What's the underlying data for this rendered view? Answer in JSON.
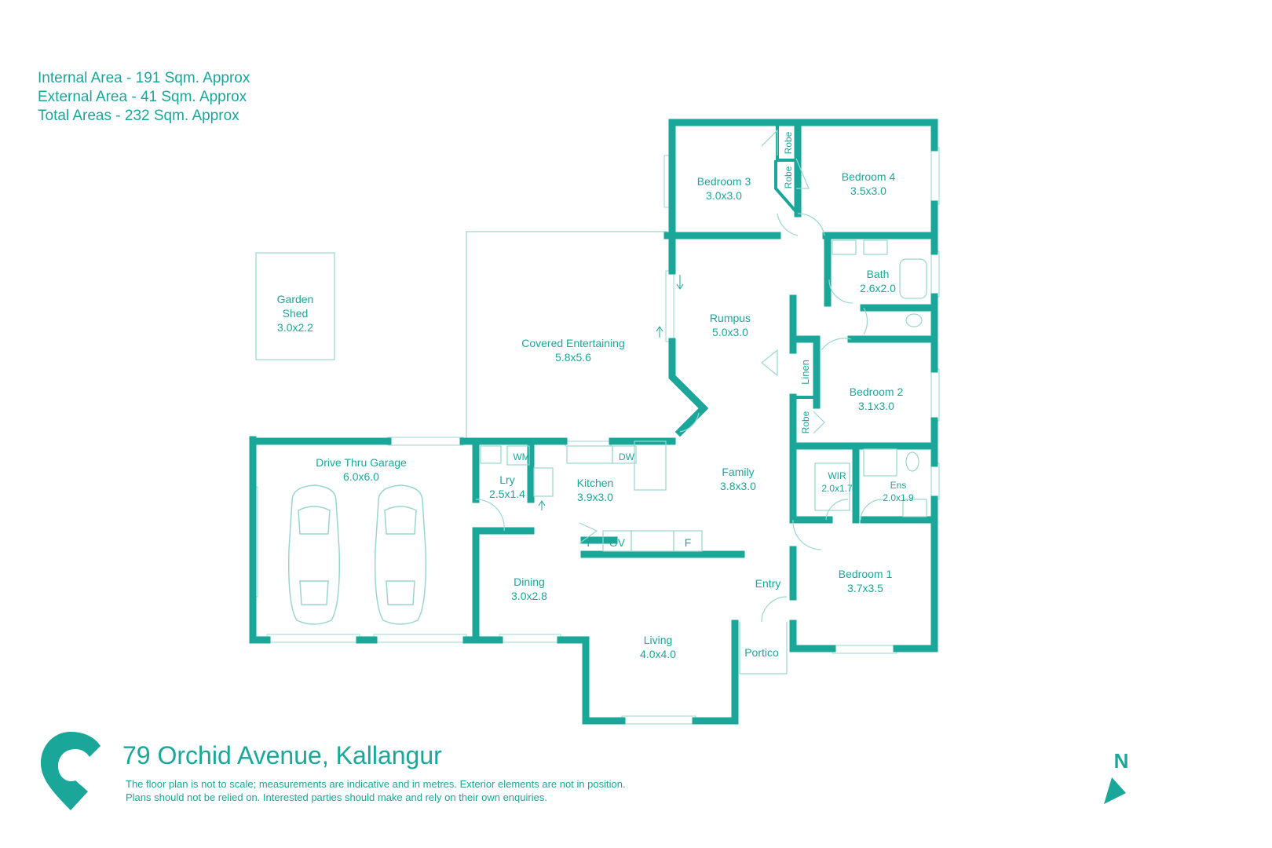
{
  "areas": {
    "internal": "Internal Area - 191 Sqm. Approx",
    "external": "External Area - 41 Sqm. Approx",
    "total": "Total Areas - 232 Sqm. Approx"
  },
  "address": "79 Orchid Avenue, Kallangur",
  "disclaimer": {
    "line1": "The floor plan is not to scale; measurements are indicative and in metres. Exterior elements are not in position.",
    "line2": "Plans should not be relied on. Interested parties should make and rely on their own enquiries."
  },
  "compass": "N",
  "colors": {
    "accent": "#1aa79a"
  },
  "rooms": {
    "garden_shed": {
      "name1": "Garden",
      "name2": "Shed",
      "size": "3.0x2.2"
    },
    "covered_entertaining": {
      "name": "Covered Entertaining",
      "size": "5.8x5.6"
    },
    "bedroom3": {
      "name": "Bedroom 3",
      "size": "3.0x3.0"
    },
    "bedroom4": {
      "name": "Bedroom 4",
      "size": "3.5x3.0"
    },
    "robe_a": "Robe",
    "robe_b": "Robe",
    "bath": {
      "name": "Bath",
      "size": "2.6x2.0"
    },
    "rumpus": {
      "name": "Rumpus",
      "size": "5.0x3.0"
    },
    "linen": "Linen",
    "bedroom2": {
      "name": "Bedroom 2",
      "size": "3.1x3.0"
    },
    "robe_c": "Robe",
    "garage": {
      "name": "Drive Thru Garage",
      "size": "6.0x6.0"
    },
    "laundry": {
      "name": "Lry",
      "size": "2.5x1.4"
    },
    "wm": "WM",
    "dw": "DW",
    "kitchen": {
      "name": "Kitchen",
      "size": "3.9x3.0"
    },
    "family": {
      "name": "Family",
      "size": "3.8x3.0"
    },
    "wir": {
      "name": "WIR",
      "size": "2.0x1.7"
    },
    "ens": {
      "name": "Ens",
      "size": "2.0x1.9"
    },
    "pantry": "P",
    "oven": "OV",
    "fridge": "F",
    "dining": {
      "name": "Dining",
      "size": "3.0x2.8"
    },
    "entry": "Entry",
    "bedroom1": {
      "name": "Bedroom 1",
      "size": "3.7x3.5"
    },
    "living": {
      "name": "Living",
      "size": "4.0x4.0"
    },
    "portico": "Portico"
  }
}
